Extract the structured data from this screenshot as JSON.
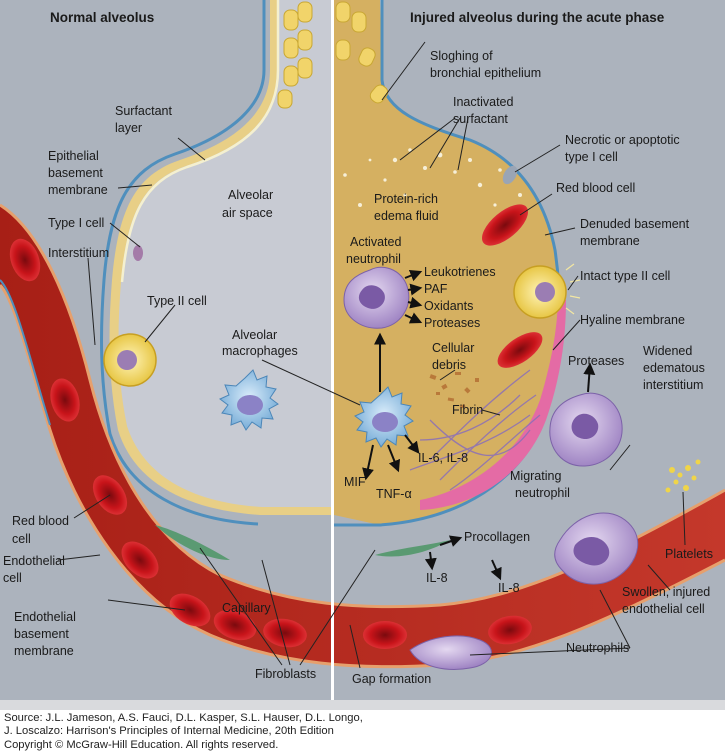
{
  "panels": {
    "left_title": "Normal alveolus",
    "right_title": "Injured alveolus during the acute phase"
  },
  "left_labels": {
    "surfactant_layer": [
      "Surfactant",
      "layer"
    ],
    "epithelial_bm": [
      "Epithelial",
      "basement",
      "membrane"
    ],
    "type1": "Type I cell",
    "interstitium": "Interstitium",
    "type2": "Type II cell",
    "air_space": [
      "Alveolar",
      "air space"
    ],
    "macrophages": [
      "Alveolar",
      "macrophages"
    ],
    "rbc": [
      "Red blood",
      "cell"
    ],
    "endothelial": [
      "Endothelial",
      "cell"
    ],
    "endo_bm": [
      "Endothelial",
      "basement",
      "membrane"
    ],
    "capillary": "Capillary",
    "fibroblasts": "Fibroblasts"
  },
  "right_labels": {
    "sloughing": [
      "Sloghing of",
      "bronchial epithelium"
    ],
    "inactivated": [
      "Inactivated",
      "surfactant"
    ],
    "necrotic": [
      "Necrotic or apoptotic",
      "type I cell"
    ],
    "protein_rich": [
      "Protein-rich",
      "edema fluid"
    ],
    "rbc": "Red blood cell",
    "denuded": [
      "Denuded basement",
      "membrane"
    ],
    "activated_neutrophil": [
      "Activated",
      "neutrophil"
    ],
    "mediators": [
      "Leukotrienes",
      "PAF",
      "Oxidants",
      "Proteases"
    ],
    "intact_type2": "Intact type II cell",
    "hyaline": "Hyaline membrane",
    "debris": [
      "Cellular",
      "debris"
    ],
    "proteases": "Proteases",
    "widened": [
      "Widened",
      "edematous",
      "interstitium"
    ],
    "fibrin": "Fibrin",
    "il6_il8": "IL-6, IL-8",
    "mif": "MIF",
    "tnf": "TNF-α",
    "migrating": [
      "Migrating",
      "neutrophil"
    ],
    "procollagen": "Procollagen",
    "il8_a": "IL-8",
    "il8_b": "IL-8",
    "platelets": "Platelets",
    "swollen": [
      "Swollen, injured",
      "endothelial cell"
    ],
    "neutrophils": "Neutrophils",
    "gap": "Gap formation"
  },
  "credit": [
    "Source: J.L. Jameson, A.S. Fauci, D.L. Kasper, S.L. Hauser, D.L. Longo,",
    "J. Loscalzo: Harrison's Principles of Internal Medicine, 20th Edition",
    "Copyright © McGraw-Hill Education. All rights reserved."
  ],
  "colors": {
    "interstitium": "#a9b0bc",
    "air_space": "#c9ccd3",
    "edema": "#d7b25e",
    "epithelium": "#e9d08a",
    "capillary": "#b5261c",
    "rbc": "#c8141a",
    "macrophage": "#9cc8e8",
    "neutrophil": "#b49ad0",
    "hyaline": "#e46ba5"
  }
}
